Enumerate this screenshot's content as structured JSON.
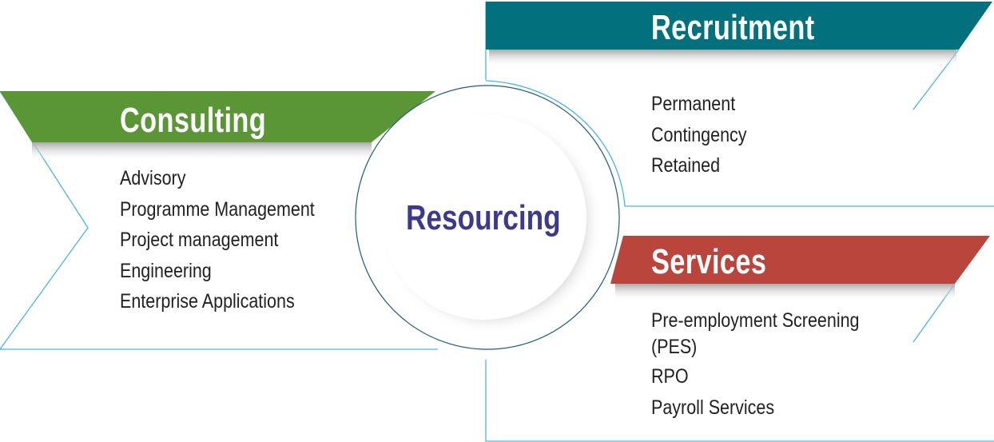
{
  "center": {
    "label": "Resourcing",
    "color": "#3c3a8c"
  },
  "sections": {
    "consulting": {
      "title": "Consulting",
      "color": "#5a9536",
      "items": [
        "Advisory",
        "Programme Management",
        "Project management",
        "Engineering",
        "Enterprise Applications"
      ]
    },
    "recruitment": {
      "title": "Recruitment",
      "color": "#03707e",
      "items": [
        "Permanent",
        "Contingency",
        "Retained"
      ]
    },
    "services": {
      "title": "Services",
      "color": "#b9453c",
      "items": [
        "Pre-employment Screening",
        "(PES)",
        "RPO",
        "Payroll Services"
      ]
    }
  }
}
